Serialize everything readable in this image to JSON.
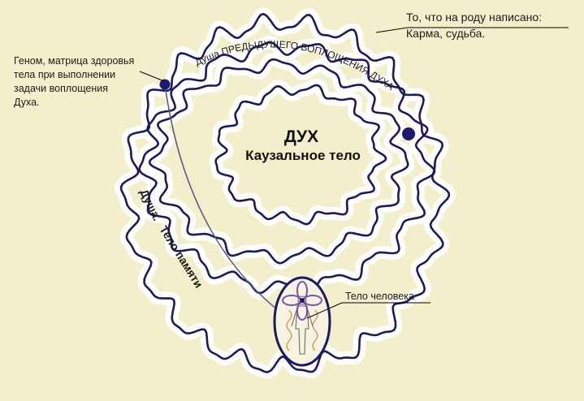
{
  "colors": {
    "background": "#f3efcc",
    "halo": "#ffffff",
    "line": "#1c1a5e",
    "node": "#1c1a6e",
    "memory_line": "#5b5a86",
    "flower": "#7a55b0",
    "aura": "#d49a4a"
  },
  "center": {
    "title": "ДУХ",
    "subtitle": "Каузальное тело"
  },
  "labels": {
    "top_right": [
      "То, что на роду написано:",
      "Карма, судьба."
    ],
    "top_left": [
      "Геном, матрица здоровья",
      "тела при выполнении",
      "задачи воплощения",
      "Духа."
    ],
    "arc_label": "Душа ПРЕДЫДУЩЕГО ВОПЛОЩЕНИЯ ДУХА",
    "soul": "Душа.",
    "memory_body": "Тело памяти",
    "human_body": "Тело человека"
  }
}
